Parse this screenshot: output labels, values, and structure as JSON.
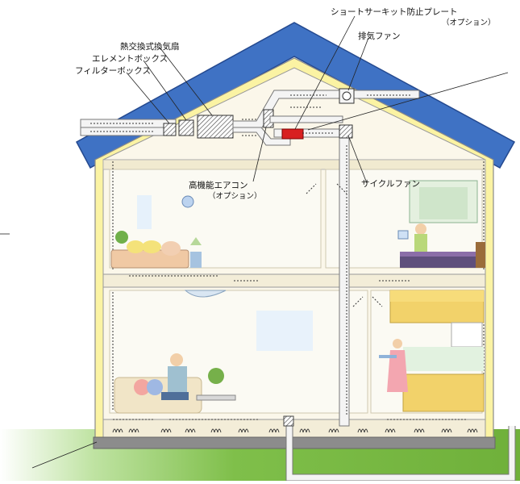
{
  "labels": {
    "short_circuit_plate": "ショートサーキット防止プレート",
    "short_circuit_option": "（オプション）",
    "exhaust_fan": "排気ファン",
    "heat_exchanger": "熱交換式換気扇",
    "element_box": "エレメントボックス",
    "filter_box": "フィルターボックス",
    "aircon": "高機能エアコン",
    "aircon_option": "（オプション）",
    "cycle_fan": "サイクルファン"
  },
  "colors": {
    "roof": "#3f72c4",
    "insulation": "#fbf3a3",
    "interior": "#fbf7ea",
    "duct": "#f4f4f4",
    "ground": "#79b540",
    "grass_light": "#c6e5a8",
    "plate": "#d82020"
  }
}
